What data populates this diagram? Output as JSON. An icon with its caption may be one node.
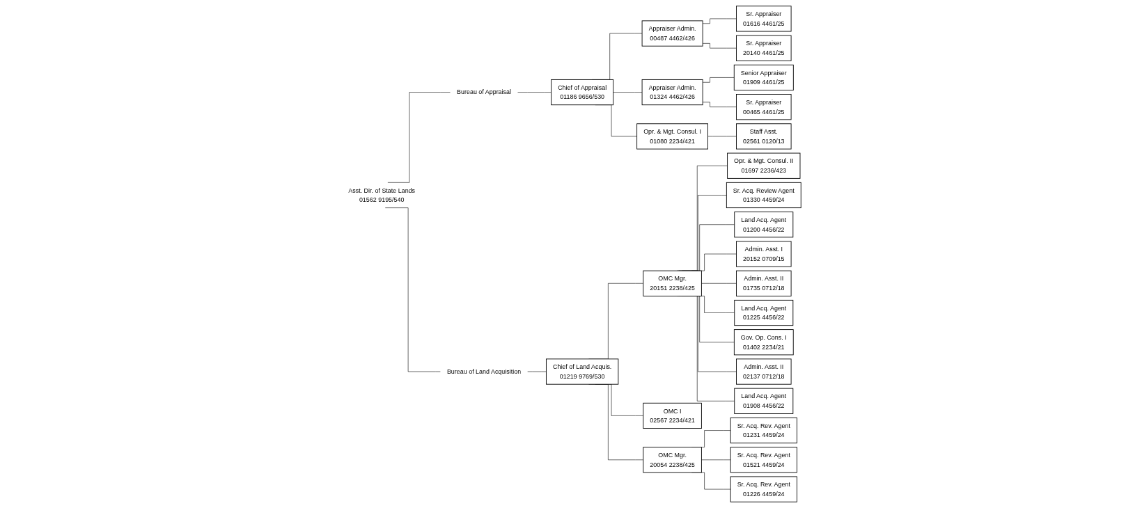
{
  "diagram": {
    "nodes": [
      {
        "text": [
          "Asst. Dir. of State Lands",
          "01562 9195/540"
        ]
      },
      {
        "text": [
          "Bureau of Appraisal"
        ]
      },
      {
        "text": [
          "Chief of Appraisal",
          "01186 9656/530"
        ]
      },
      {
        "text": [
          "Bureau of Land Acquisition"
        ]
      },
      {
        "text": [
          "Chief of Land Acquis.",
          "01219 9769/530"
        ]
      },
      {
        "text": [
          "Appraiser Admin.",
          "00487 4462/426"
        ]
      },
      {
        "text": [
          "Appraiser Admin.",
          "01324 4462/426"
        ]
      },
      {
        "text": [
          "Opr. & Mgt. Consul. I",
          "01080 2234/421"
        ]
      },
      {
        "text": [
          "Sr. Appraiser",
          "01616 4461/25"
        ]
      },
      {
        "text": [
          "Sr. Appraiser",
          "20140 4461/25"
        ]
      },
      {
        "text": [
          "Senior Appraiser",
          "01909 4461/25"
        ]
      },
      {
        "text": [
          "Sr. Appraiser",
          "00465 4461/25"
        ]
      },
      {
        "text": [
          "Staff Asst.",
          "02561 0120/13"
        ]
      },
      {
        "text": [
          "OMC Mgr.",
          "20151 2238/425"
        ]
      },
      {
        "text": [
          "OMC I",
          "02567 2234/421"
        ]
      },
      {
        "text": [
          "OMC Mgr.",
          "20054 2238/425"
        ]
      },
      {
        "text": [
          "Opr. & Mgt. Consul. II",
          "01697 2236/423"
        ]
      },
      {
        "text": [
          "Sr. Acq. Review Agent",
          "01330 4459/24"
        ]
      },
      {
        "text": [
          "Land Acq. Agent",
          "01200 4456/22"
        ]
      },
      {
        "text": [
          "Admin. Asst. I",
          "20152 0709/15"
        ]
      },
      {
        "text": [
          "Admin. Asst. II",
          "01735 0712/18"
        ]
      },
      {
        "text": [
          "Land Acq. Agent",
          "01225 4456/22"
        ]
      },
      {
        "text": [
          "Gov. Op. Cons. I",
          "01402 2234/21"
        ]
      },
      {
        "text": [
          "Admin. Asst. II",
          "02137 0712/18"
        ]
      },
      {
        "text": [
          "Land Acq. Agent",
          "01908 4456/22"
        ]
      },
      {
        "text": [
          "Sr. Acq. Rev. Agent",
          "01231 4459/24"
        ]
      },
      {
        "text": [
          "Sr. Acq. Rev. Agent",
          "01521 4459/24"
        ]
      },
      {
        "text": [
          "Sr. Acq. Rev. Agent",
          "01226 4459/24"
        ]
      }
    ],
    "edges": [
      {
        "from": 0,
        "to": 1,
        "arrow": "none"
      },
      {
        "from": 0,
        "to": 3,
        "arrow": "none"
      },
      {
        "from": 1,
        "to": 2,
        "arrow": "none"
      },
      {
        "from": 3,
        "to": 4,
        "arrow": "none"
      },
      {
        "from": 2,
        "to": 5,
        "arrow": "none"
      },
      {
        "from": 2,
        "to": 6,
        "arrow": "none"
      },
      {
        "from": 2,
        "to": 7,
        "arrow": "none"
      },
      {
        "from": 5,
        "to": 8,
        "arrow": "none"
      },
      {
        "from": 5,
        "to": 9,
        "arrow": "none"
      },
      {
        "from": 6,
        "to": 10,
        "arrow": "none"
      },
      {
        "from": 6,
        "to": 11,
        "arrow": "none"
      },
      {
        "from": 7,
        "to": 12,
        "arrow": "none"
      },
      {
        "from": 4,
        "to": 13,
        "arrow": "none"
      },
      {
        "from": 4,
        "to": 14,
        "arrow": "none"
      },
      {
        "from": 4,
        "to": 15,
        "arrow": "none"
      },
      {
        "from": 13,
        "to": 16,
        "arrow": "none"
      },
      {
        "from": 13,
        "to": 17,
        "arrow": "none"
      },
      {
        "from": 13,
        "to": 18,
        "arrow": "none"
      },
      {
        "from": 13,
        "to": 19,
        "arrow": "none"
      },
      {
        "from": 13,
        "to": 20,
        "arrow": "none"
      },
      {
        "from": 13,
        "to": 21,
        "arrow": "none"
      },
      {
        "from": 13,
        "to": 22,
        "arrow": "none"
      },
      {
        "from": 13,
        "to": 23,
        "arrow": "none"
      },
      {
        "from": 13,
        "to": 24,
        "arrow": "none"
      },
      {
        "from": 15,
        "to": 25,
        "arrow": "none"
      },
      {
        "from": 15,
        "to": 26,
        "arrow": "none"
      },
      {
        "from": 15,
        "to": 27,
        "arrow": "none"
      }
    ]
  }
}
